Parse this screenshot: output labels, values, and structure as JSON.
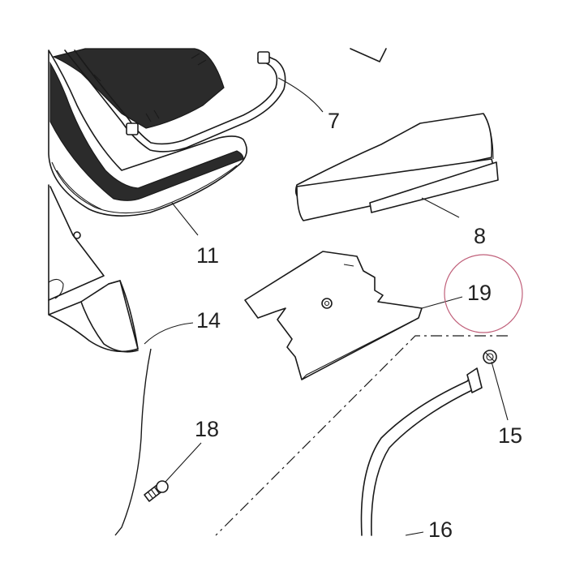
{
  "callouts": {
    "c7": "7",
    "c8": "8",
    "c11": "11",
    "c14": "14",
    "c15": "15",
    "c16": "16",
    "c18": "18",
    "c19": "19"
  },
  "colors": {
    "line": "#1a1a1a",
    "highlight_circle": "#c0607a",
    "dark_fill": "#2b2b2b"
  }
}
